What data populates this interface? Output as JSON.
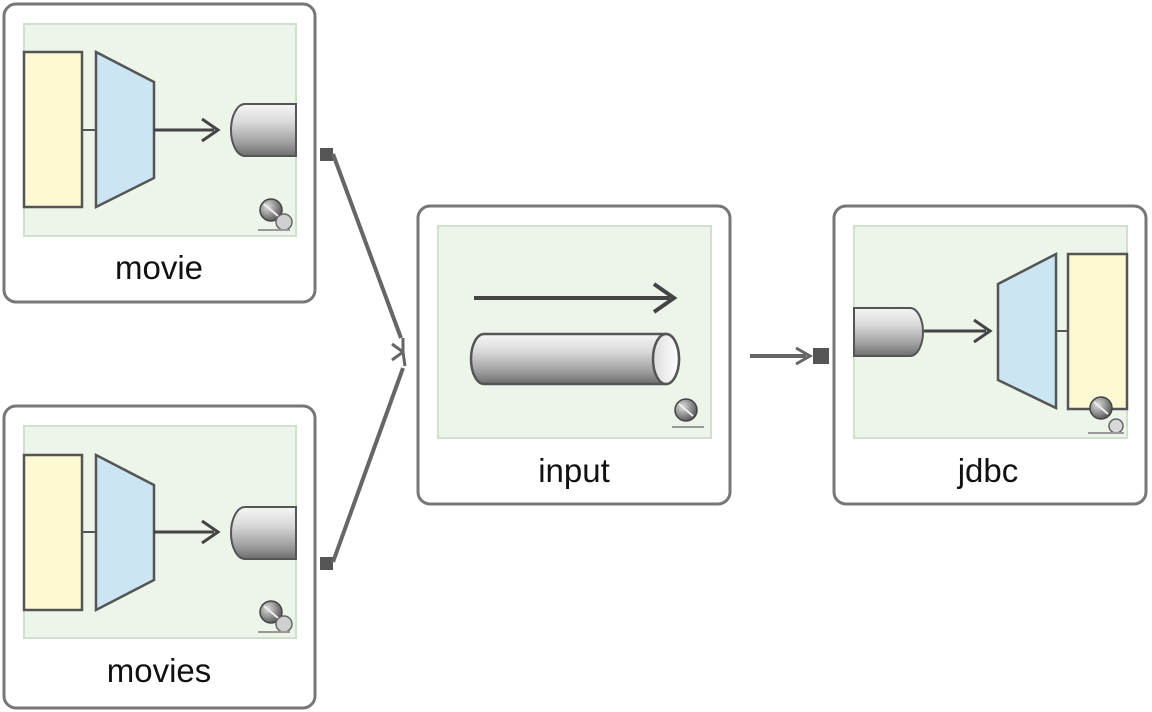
{
  "nodes": [
    {
      "id": "movie",
      "label": "movie",
      "kind": "inbound-adapter"
    },
    {
      "id": "movies",
      "label": "movies",
      "kind": "inbound-adapter"
    },
    {
      "id": "input",
      "label": "input",
      "kind": "channel"
    },
    {
      "id": "jdbc",
      "label": "jdbc",
      "kind": "outbound-adapter"
    }
  ],
  "edges": [
    {
      "from": "movie",
      "to": "input"
    },
    {
      "from": "movies",
      "to": "input"
    },
    {
      "from": "input",
      "to": "jdbc"
    }
  ],
  "colors": {
    "node_border": "#777777",
    "panel_fill": "#edf5ea",
    "panel_border": "#cfe0cc",
    "queue_yellow": "#fbf8d2",
    "trapezoid_blue": "#cbe6f2",
    "connector": "#666666",
    "port": "#555555"
  },
  "icons": [
    "adapter-queue-icon",
    "cylinder-icon",
    "gear-badge-icon"
  ]
}
